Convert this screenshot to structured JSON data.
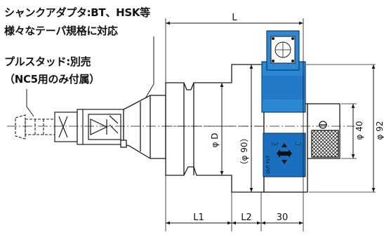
{
  "notes": {
    "shank_adapter_line1": "シャンクアダプタ:BT、HSK等",
    "shank_adapter_line2": "様々なテーパ規格に対応",
    "pull_stud_line1": "プルスタッド:別売",
    "pull_stud_line2": "（NC5用のみ付属）"
  },
  "dimensions": {
    "overall_length": "L",
    "dia_d": "φ D",
    "dia_90": "（φ 90）",
    "dia_40": "φ 40",
    "dia_92": "φ 92",
    "len_l1": "L1",
    "len_l2": "L2",
    "len_30": "30"
  },
  "display_panel": {
    "plus": "（+）",
    "minus": "（−）",
    "output": "OUT PUT"
  },
  "colors": {
    "unit_blue": "#2d88d4",
    "panel_blue": "#1a6fbf",
    "line": "#1a1a1a"
  }
}
